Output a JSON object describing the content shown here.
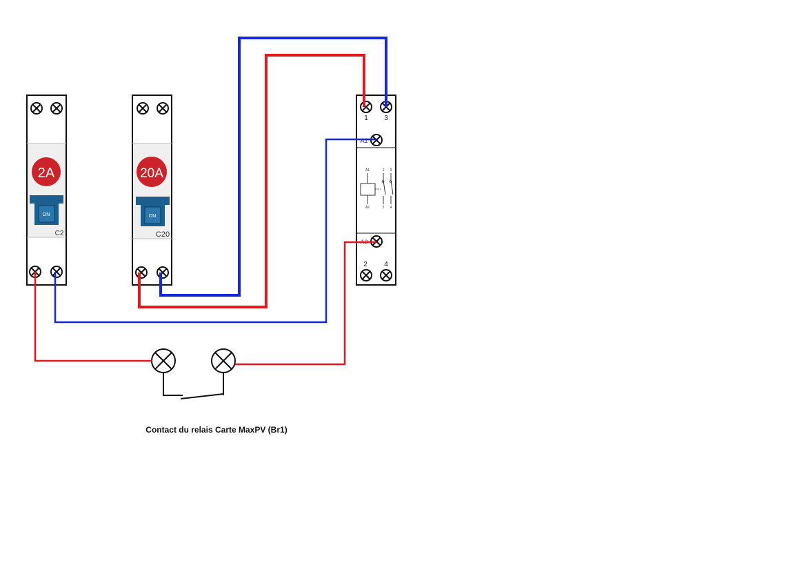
{
  "breaker_1": {
    "rating": "2A",
    "code": "C2",
    "switch_label": "ON"
  },
  "breaker_2": {
    "rating": "20A",
    "code": "C20",
    "switch_label": "ON"
  },
  "contactor": {
    "terminal_1": "1",
    "terminal_3": "3",
    "terminal_a1": "A1",
    "terminal_a2": "A2",
    "terminal_2": "2",
    "terminal_4": "4",
    "symbol": {
      "a1": "A1",
      "a2": "A2",
      "t1": "1",
      "t2": "2",
      "t3": "3",
      "t4": "4"
    }
  },
  "caption": "Contact du relais Carte MaxPV (Br1)",
  "colors": {
    "phase": "#e0191e",
    "neutral": "#1627d6",
    "badge": "#cc2229",
    "switch": "#1c5f8e"
  }
}
